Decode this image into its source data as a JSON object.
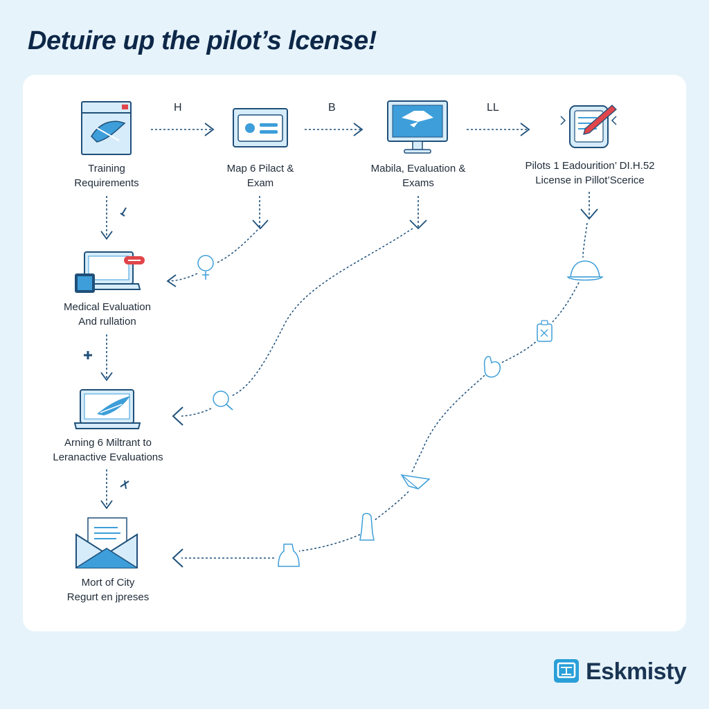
{
  "title": "Detuire up the pilot’s lcense!",
  "connector_letters": [
    "H",
    "B",
    "LL"
  ],
  "steps": {
    "training": [
      "Training",
      "Requirements"
    ],
    "map": [
      "Map 6 Pilact &",
      "Exam"
    ],
    "mabila": [
      "Mabila, Evaluation &",
      "Exams"
    ],
    "pilots": [
      "Pilots 1 Eadourition’ DI.H.52",
      "License in Pillot’Scerice"
    ],
    "medical": [
      "Medical Evaluation",
      "And rullation"
    ],
    "arning": [
      "Arning 6 Miltrant to",
      "Leranactive Evaluations"
    ],
    "mort": [
      "Mort of City",
      "Regurt en jpreses"
    ]
  },
  "brand": {
    "name": "Eskmisty",
    "icon": "ticket-logo-icon"
  },
  "colors": {
    "background": "#e6f3fb",
    "card": "#ffffff",
    "title": "#0d2748",
    "line": "#1c4f7a",
    "accent": "#3d9ed9",
    "icon_fill": "#d6ecfa",
    "icon_stroke": "#1f4f79",
    "badge": "#e0464b"
  }
}
